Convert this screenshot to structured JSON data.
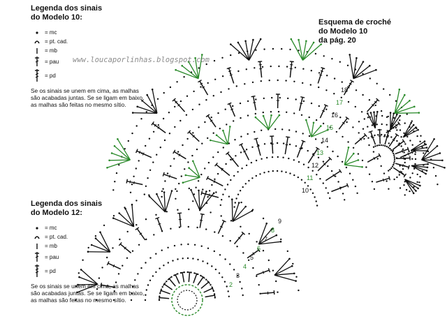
{
  "legend_model10": {
    "title_line1": "Legenda dos sinais",
    "title_line2": "do  Modelo 10:",
    "items": [
      {
        "icon": "chain-dot-icon",
        "label": "= mc"
      },
      {
        "icon": "slip-stitch-arc-icon",
        "label": "= pt. cad."
      },
      {
        "icon": "single-crochet-icon",
        "label": "= mb"
      },
      {
        "icon": "double-crochet-icon",
        "label": "= pau"
      },
      {
        "icon": "treble-crochet-icon",
        "label": "= pd"
      }
    ],
    "note": "Se os sinais se unem em cima, as malhas são acabadas juntas. Se se ligam em baixo, as malhas são feitas no mesmo sítio."
  },
  "legend_model12": {
    "title_line1": "Legenda dos sinais",
    "title_line2": "do  Modelo 12:",
    "items": [
      {
        "icon": "chain-dot-icon",
        "label": "= mc"
      },
      {
        "icon": "slip-stitch-arc-icon",
        "label": "= pt. cad."
      },
      {
        "icon": "single-crochet-icon",
        "label": "= mb"
      },
      {
        "icon": "double-crochet-icon",
        "label": "= pau"
      },
      {
        "icon": "treble-crochet-icon",
        "label": "= pd"
      }
    ],
    "note": "Se os sinais se unem em cima, as malhas são acabadas juntas. Se se ligam em baixo, as malhas são feitas no mesmo sítio."
  },
  "scheme": {
    "title_line1": "Esquema de croché",
    "title_line2": "do Modelo 10",
    "title_line3": "da pág. 20"
  },
  "watermark": "www.loucaporlinhas.blogspot.com",
  "diagram": {
    "row_numbers_model10": [
      "18",
      "17",
      "16",
      "15",
      "14",
      "13",
      "12",
      "11",
      "10"
    ],
    "row_numbers_model12": [
      "9",
      "8",
      "7",
      "6",
      "5",
      "4",
      "3",
      "2"
    ],
    "colors": {
      "ink": "#111111",
      "green": "#2a8a2a",
      "watermark": "#8b8b8b"
    }
  }
}
